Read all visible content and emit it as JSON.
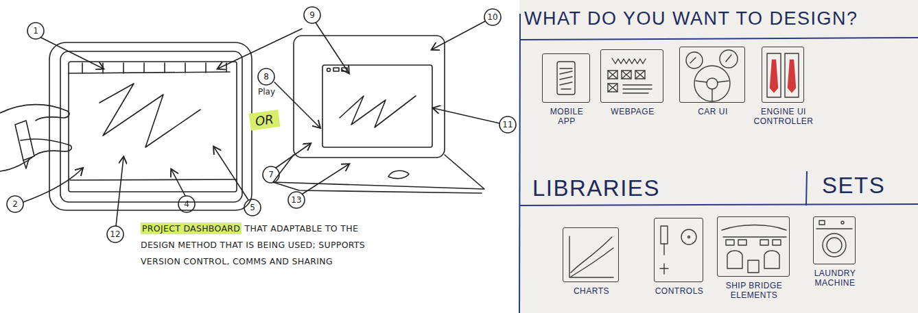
{
  "diagram": {
    "nodes": [
      {
        "text": [
          "MOBILE APP"
        ]
      },
      {
        "text": [
          "WEBPAGE"
        ]
      },
      {
        "text": [
          "CAR UI"
        ]
      },
      {
        "text": [
          "ENGINE UI CONTROLLER"
        ]
      },
      {
        "text": [
          "CHARTS"
        ]
      },
      {
        "text": [
          "CONTROLS"
        ]
      },
      {
        "text": [
          "SHIP BRIDGE ELEMENTS"
        ]
      },
      {
        "text": [
          "LAUNDRY MACHINE"
        ]
      }
    ],
    "labels": [
      "1",
      "9",
      "10",
      "8",
      "Play",
      "OR",
      "7",
      "13",
      "11",
      "2",
      "12",
      "4",
      "5",
      "PROJECT DASHBOARD",
      "THAT ADAPTABLE TO THE DESIGN METHOD THAT IS BEING USED; SUPPORTS VERSION CONTROL, COMMS AND SHARING",
      "WHAT DO YOU WANT TO DESIGN?",
      "LIBRARIES",
      "SETS"
    ]
  }
}
